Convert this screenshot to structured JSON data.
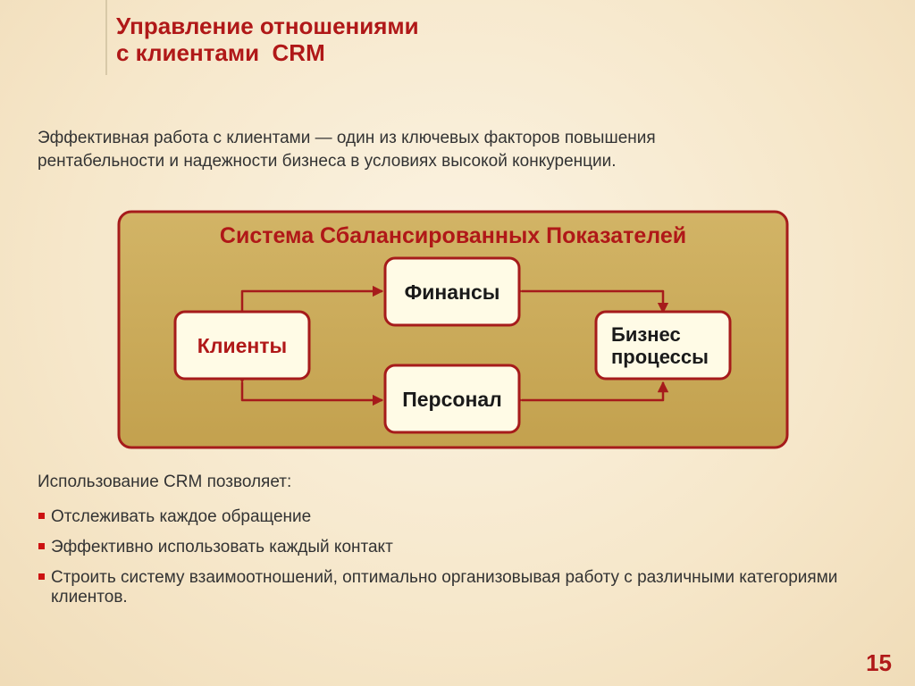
{
  "slide": {
    "title_line1": "Управление отношениями",
    "title_line2": "с клиентами  CRM",
    "intro": "Эффективная работа с клиентами — один из ключевых факторов повышения рентабельности и надежности бизнеса в условиях высокой конкуренции.",
    "page_number": "15"
  },
  "diagram": {
    "title": "Система Сбалансированных Показателей",
    "nodes": {
      "finance": "Финансы",
      "clients": "Клиенты",
      "business_line1": "Бизнес",
      "business_line2": "процессы",
      "personnel": "Персонал"
    },
    "colors": {
      "panel_fill": "#cbab58",
      "border": "#a61b1b",
      "node_fill": "#fffbe6",
      "accent_text": "#b01818",
      "node_text": "#1a1a1a"
    }
  },
  "crm": {
    "lead": "Использование CRM позволяет:",
    "bullets": [
      "Отслеживать каждое обращение",
      "Эффективно использовать каждый контакт",
      "Строить систему взаимоотношений, оптимально организовывая работу с различными категориями клиентов."
    ]
  }
}
